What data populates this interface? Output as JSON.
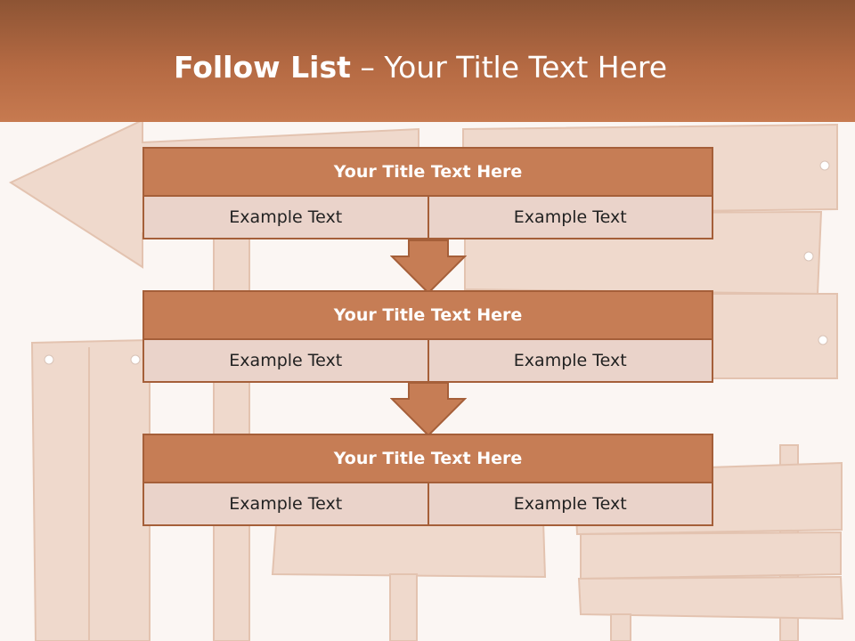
{
  "slide": {
    "title_bold": "Follow List",
    "title_rest": " – Your Title Text Here"
  },
  "blocks": [
    {
      "title": "Your Title Text Here",
      "cells": [
        "Example Text",
        "Example Text"
      ]
    },
    {
      "title": "Your Title Text Here",
      "cells": [
        "Example Text",
        "Example Text"
      ]
    },
    {
      "title": "Your Title Text Here",
      "cells": [
        "Example Text",
        "Example Text"
      ]
    }
  ],
  "colors": {
    "header": "#b56a43",
    "block_title_fill": "#c67d55",
    "block_cell_fill": "#ead3ca",
    "border": "#a55f39",
    "background": "#fbf6f3"
  }
}
